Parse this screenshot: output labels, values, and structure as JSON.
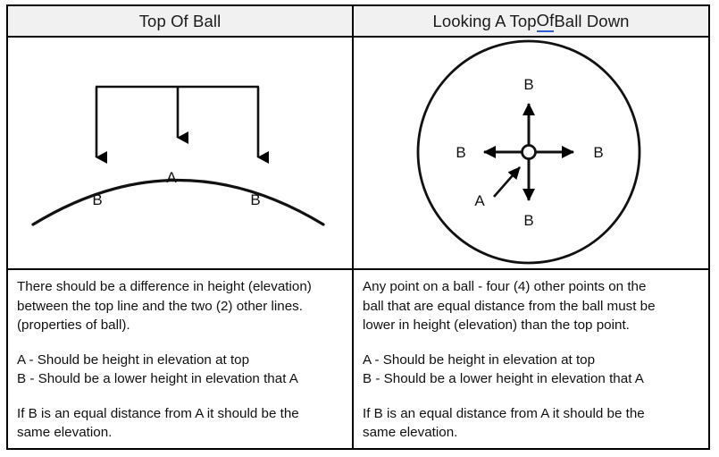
{
  "table": {
    "headers": [
      {
        "text": "Top Of Ball",
        "spellcheck_word": null
      },
      {
        "text_before": "Looking A Top ",
        "spellcheck_word": "Of",
        "text_after": " Ball Down",
        "full": "Looking A Top Of Ball Down"
      }
    ],
    "colors": {
      "header_background": "#f1f1f1",
      "border": "#000000",
      "body_background": "#ffffff",
      "text": "#111111",
      "spellcheck_underline": "#2e5fd0"
    }
  },
  "left_panel": {
    "diagram": {
      "name": "top-of-ball-side-view",
      "description": "Arc representing the top of a ball with a horizontal bracket above it and three downward arrows landing on the arc surface",
      "labels": [
        {
          "text": "A",
          "position": "center-on-arc"
        },
        {
          "text": "B",
          "position": "left-on-arc"
        },
        {
          "text": "B",
          "position": "right-on-arc"
        }
      ],
      "arrow_count": 3,
      "arrow_direction": "down"
    },
    "text": {
      "paragraph1": "There should be a difference in height (elevation)",
      "paragraph1_line2": "between the top line and the two (2) other lines.",
      "paragraph1_line3": "(properties of ball).",
      "line_a": "A - Should be height in elevation at top",
      "line_b": "B - Should be a lower height in elevation that A",
      "closing_line1": "If B is an equal distance from A it should be the",
      "closing_line2": "same elevation."
    }
  },
  "right_panel": {
    "diagram": {
      "name": "looking-at-top-of-ball-down",
      "description": "Large circle representing a ball viewed from directly above, with a small open circle at the centre and four arrows pointing outward up, down, left and right, each ending at a point labelled B; a diagonal arrow from the lower left labelled A points at the centre point",
      "labels": [
        {
          "text": "B",
          "position": "top"
        },
        {
          "text": "B",
          "position": "left"
        },
        {
          "text": "B",
          "position": "right"
        },
        {
          "text": "B",
          "position": "bottom"
        },
        {
          "text": "A",
          "position": "lower-left-pointer"
        }
      ],
      "arrow_count": 4,
      "arrow_direction": "outward"
    },
    "text": {
      "paragraph1": "Any point on a ball - four (4) other points on the",
      "paragraph1_line2": "ball that are equal distance from the ball must be",
      "paragraph1_line3": "lower in height (elevation) than the top point.",
      "line_a": "A - Should be height in elevation at top",
      "line_b": "B - Should be a lower height in elevation that A",
      "closing_line1": "If B is an equal distance from A it should be the",
      "closing_line2": "same elevation."
    }
  }
}
